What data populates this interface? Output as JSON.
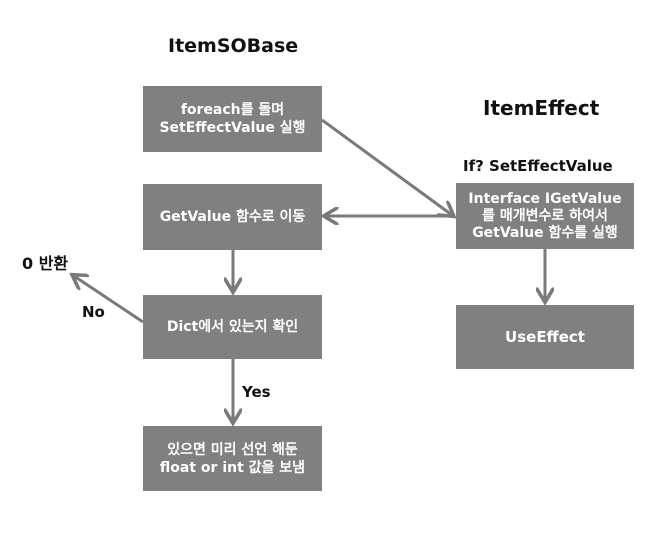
{
  "titles": {
    "left": "ItemSOBase",
    "right": "ItemEffect"
  },
  "condition_label": "If? SetEffectValue",
  "boxes": {
    "foreach": [
      "foreach를 돌며",
      "SetEffectValue 실행"
    ],
    "getvalue": "GetValue 함수로 이동",
    "dict_check": "Dict에서 있는지 확인",
    "send_value": [
      "있으면 미리 선언 해둔",
      "float or int 값을 보냄"
    ],
    "interface": [
      "Interface IGetValue",
      "를 매개변수로 하여서",
      "GetValue 함수를 실행"
    ],
    "use_effect": "UseEffect"
  },
  "edge_labels": {
    "no": "No",
    "yes": "Yes"
  },
  "return_zero": "0 반환",
  "colors": {
    "box_fill": "#808080",
    "box_text": "#ffffff",
    "arrow": "#7a7a7a",
    "text": "#111111"
  }
}
